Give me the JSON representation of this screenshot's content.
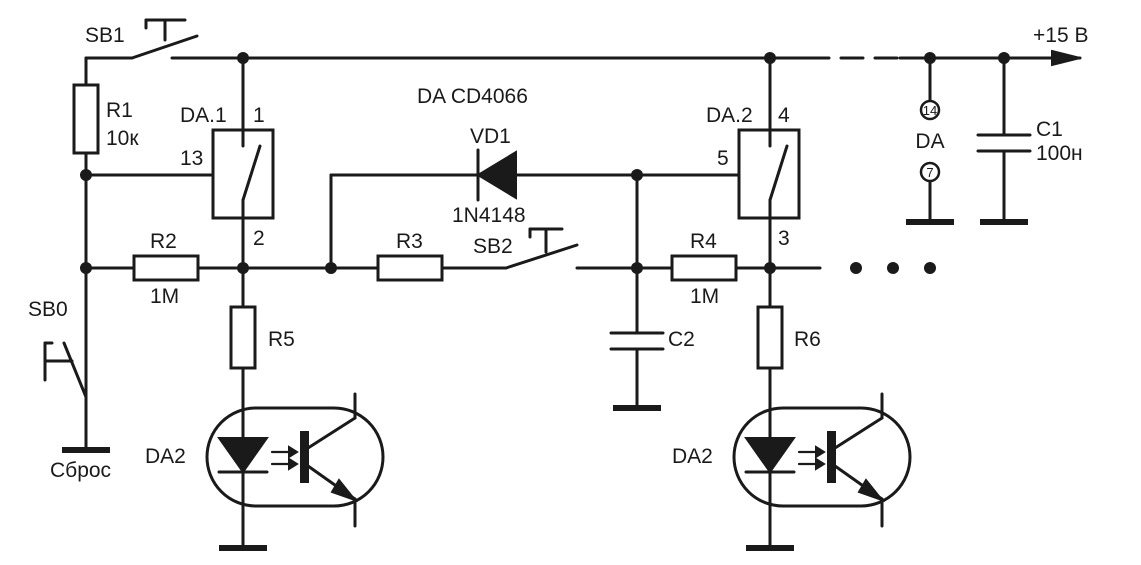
{
  "labels": {
    "sb1": "SB1",
    "sb0": "SB0",
    "sb2": "SB2",
    "r1": "R1",
    "r1_value": "10к",
    "r2": "R2",
    "r2_value": "1M",
    "r3": "R3",
    "r4": "R4",
    "r4_value": "1M",
    "r5": "R5",
    "r6": "R6",
    "c1": "C1",
    "c1_value": "100н",
    "c2": "C2",
    "vd1": "VD1",
    "vd1_value": "1N4148",
    "da_chip": "DA CD4066",
    "da1": "DA.1",
    "da2_switch": "DA.2",
    "da_power": "DA",
    "optocoupler_left": "DA2",
    "optocoupler_right": "DA2",
    "reset": "Сброс",
    "supply": "+15 В"
  },
  "pins": {
    "da1_top": "1",
    "da1_ctrl": "13",
    "da1_bottom": "2",
    "da2_top": "4",
    "da2_ctrl": "5",
    "da2_bottom": "3",
    "vdd": "14",
    "vss": "7"
  }
}
